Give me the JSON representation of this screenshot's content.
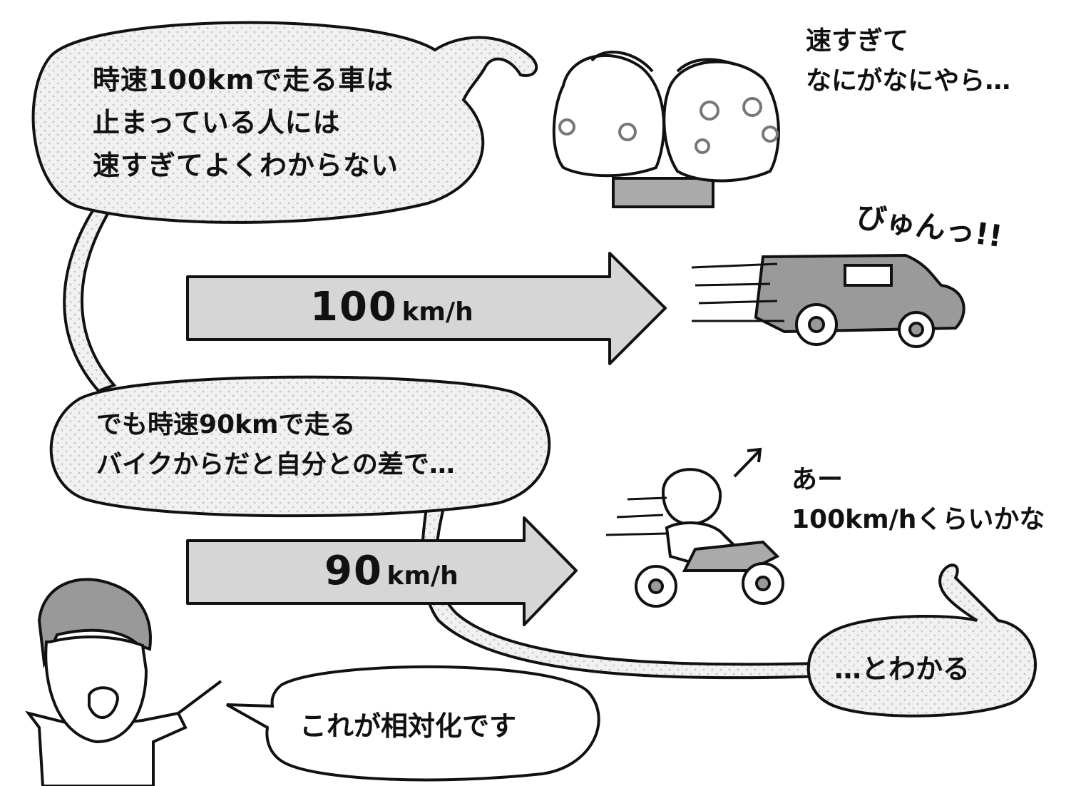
{
  "bubbles": {
    "car_explanation": [
      "時速100kmで走る車は",
      "止まっている人には",
      "速すぎてよくわからない"
    ],
    "bike_explanation": [
      "でも時速90kmで走る",
      "バイクからだと自分との差で…"
    ],
    "realize": "…とわかる",
    "teacher": "これが相対化です"
  },
  "captions": {
    "confused": [
      "速すぎて",
      "なにがなにやら…"
    ],
    "car_sound": "びゅんっ!!",
    "rider": [
      "あー",
      "100km/hくらいかな"
    ]
  },
  "arrows": {
    "car": {
      "value": "100",
      "unit": "km/h"
    },
    "bike": {
      "value": "90",
      "unit": "km/h"
    }
  },
  "colors": {
    "ink": "#111111",
    "arrow_fill": "#d6d6d6",
    "bubble_fill": "#ececec",
    "vehicle_gray": "#9a9a9a"
  }
}
